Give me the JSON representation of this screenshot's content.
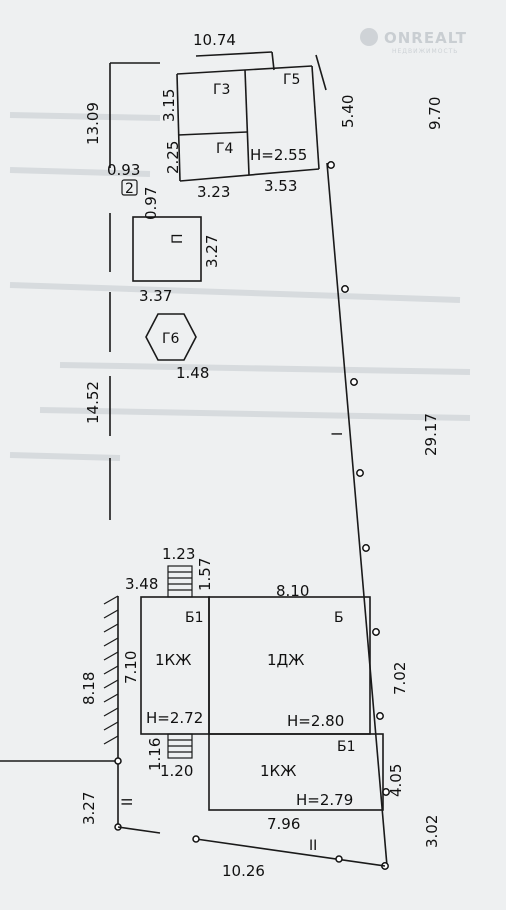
{
  "watermark": {
    "brand": "ONREALT",
    "tagline": "НЕДВИЖИМОСТЬ"
  },
  "dimensions": {
    "top_width": "10.74",
    "left_upper": "13.09",
    "right_upper_a": "5.40",
    "right_upper_b": "9.70",
    "g3_height": "3.15",
    "g4_height": "2.25",
    "g34_width": "3.23",
    "g5_width": "3.53",
    "small_w": "0.93",
    "small_h": "0.97",
    "p_height": "3.27",
    "p_width": "3.37",
    "g6_width": "1.48",
    "left_middle": "14.52",
    "right_long": "29.17",
    "porch_top_w": "1.23",
    "porch_top_h": "1.57",
    "b1_top": "3.48",
    "main_top": "8.10",
    "b1_height": "7.10",
    "left_lower": "8.18",
    "right_lower": "7.02",
    "porch_bot_h": "1.16",
    "porch_bot_w": "1.20",
    "right_small": "4.05",
    "left_bottom": "3.27",
    "bottom_inner": "7.96",
    "bottom_outer": "10.26",
    "right_bottom": "3.02"
  },
  "labels": {
    "g3": "Г3",
    "g4": "Г4",
    "g5": "Г5",
    "g5_height": "Н=2.55",
    "p": "П",
    "g6": "Г6",
    "small_num": "2",
    "b1_top": "Б1",
    "b_top": "Б",
    "b1_room": "1КЖ",
    "b_room": "1ДЖ",
    "b1_height": "Н=2.72",
    "b_height": "Н=2.80",
    "b1_bottom": "Б1",
    "b1_bottom_room": "1КЖ",
    "b1_bottom_height": "Н=2.79",
    "roman_one": "I",
    "roman_two_left": "II",
    "roman_two_bottom": "II"
  }
}
